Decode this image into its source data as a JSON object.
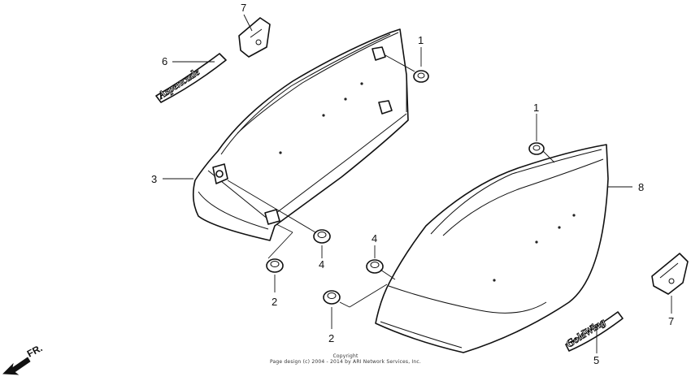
{
  "callouts": {
    "c1a": "1",
    "c1b": "1",
    "c2a": "2",
    "c2b": "2",
    "c3": "3",
    "c4a": "4",
    "c4b": "4",
    "c5": "5",
    "c6": "6",
    "c7a": "7",
    "c7b": "7",
    "c8": "8"
  },
  "emblems": {
    "left": "Aspencade",
    "right": "GoldWing"
  },
  "direction_label": "FR.",
  "copyright": {
    "line1": "Copyright",
    "line2": "Page design (c) 2004 - 2014 by ARI Network Services, Inc."
  }
}
